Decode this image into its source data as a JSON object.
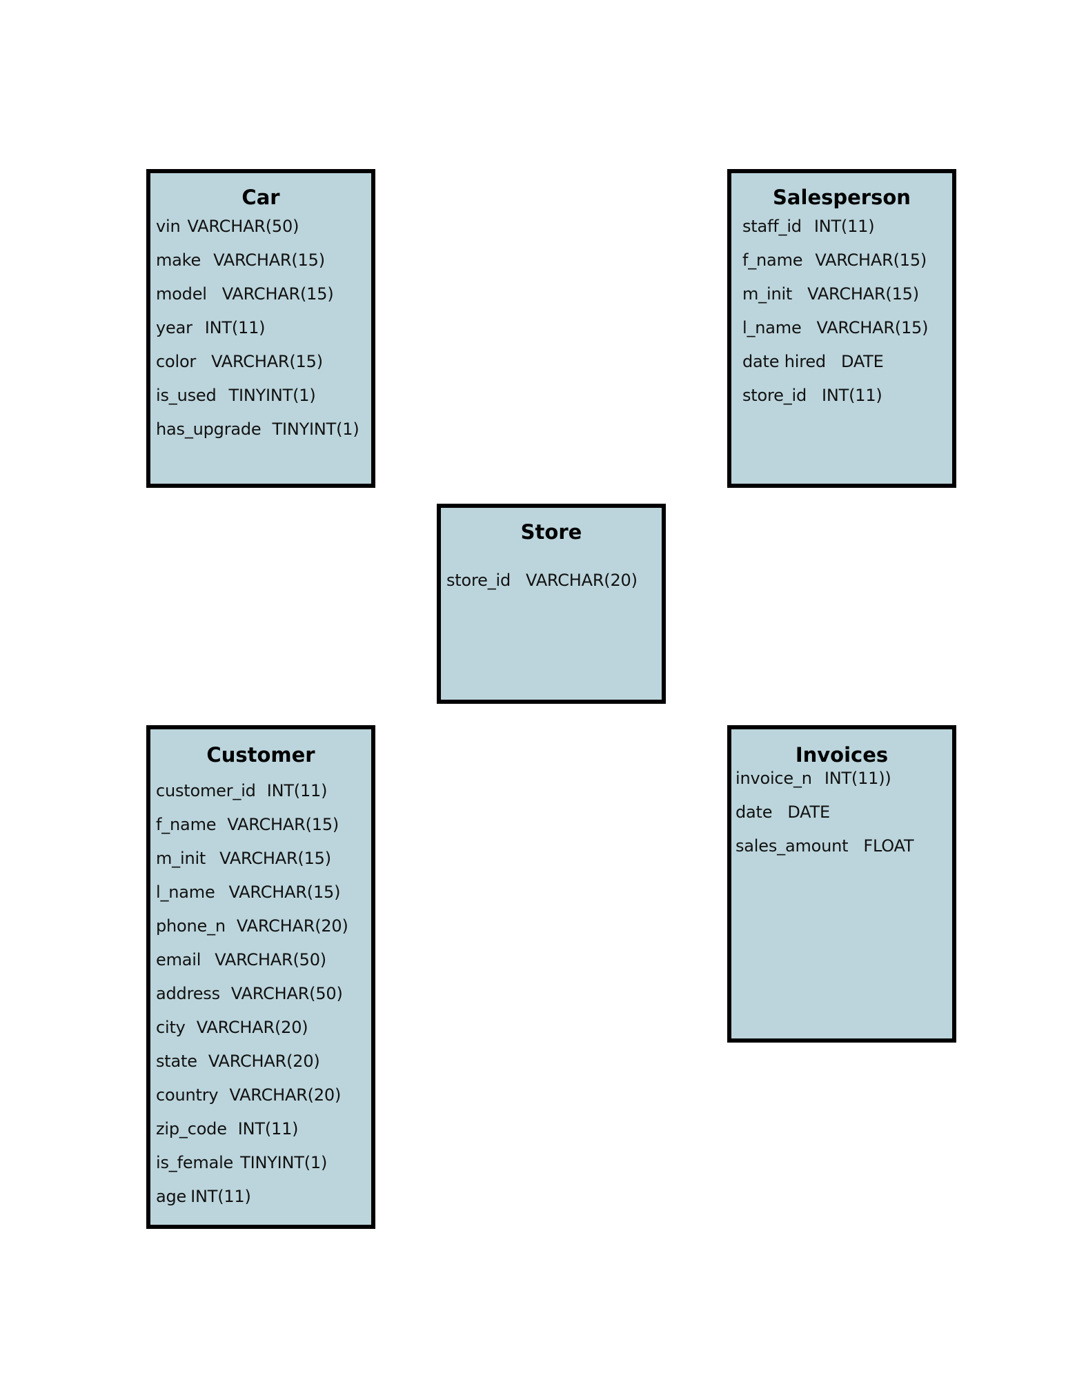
{
  "diagram": {
    "entities": [
      {
        "id": "car",
        "title": "Car",
        "attributes": [
          {
            "name": "vin",
            "type": "VARCHAR(50)"
          },
          {
            "name": "make",
            "type": "VARCHAR(15)"
          },
          {
            "name": "model",
            "type": "VARCHAR(15)"
          },
          {
            "name": "year",
            "type": "INT(11)"
          },
          {
            "name": "color",
            "type": "VARCHAR(15)"
          },
          {
            "name": "is_used",
            "type": "TINYINT(1)"
          },
          {
            "name": "has_upgrade",
            "type": "TINYINT(1)"
          }
        ]
      },
      {
        "id": "salesperson",
        "title": "Salesperson",
        "attributes": [
          {
            "name": "staff_id",
            "type": "INT(11)"
          },
          {
            "name": "f_name",
            "type": "VARCHAR(15)"
          },
          {
            "name": "m_init",
            "type": "VARCHAR(15)"
          },
          {
            "name": "l_name",
            "type": "VARCHAR(15)"
          },
          {
            "name": "date hired",
            "type": "DATE"
          },
          {
            "name": "store_id",
            "type": "INT(11)"
          }
        ]
      },
      {
        "id": "store",
        "title": "Store",
        "attributes": [
          {
            "name": "store_id",
            "type": "VARCHAR(20)"
          }
        ]
      },
      {
        "id": "customer",
        "title": "Customer",
        "attributes": [
          {
            "name": "customer_id",
            "type": "INT(11)"
          },
          {
            "name": "f_name",
            "type": "VARCHAR(15)"
          },
          {
            "name": "m_init",
            "type": "VARCHAR(15)"
          },
          {
            "name": "l_name",
            "type": "VARCHAR(15)"
          },
          {
            "name": "phone_n",
            "type": "VARCHAR(20)"
          },
          {
            "name": "email",
            "type": "VARCHAR(50)"
          },
          {
            "name": "address",
            "type": "VARCHAR(50)"
          },
          {
            "name": "city",
            "type": "VARCHAR(20)"
          },
          {
            "name": "state",
            "type": "VARCHAR(20)"
          },
          {
            "name": "country",
            "type": "VARCHAR(20)"
          },
          {
            "name": "zip_code",
            "type": "INT(11)"
          },
          {
            "name": "is_female",
            "type": "TINYINT(1)"
          },
          {
            "name": "age",
            "type": "INT(11)"
          }
        ]
      },
      {
        "id": "invoices",
        "title": "Invoices",
        "attributes": [
          {
            "name": "invoice_n",
            "type": "INT(11))"
          },
          {
            "name": "date",
            "type": "DATE"
          },
          {
            "name": "sales_amount",
            "type": "FLOAT"
          }
        ]
      }
    ]
  },
  "colors": {
    "box_fill": "#bcd5dc",
    "box_border": "#000000",
    "text": "#111111",
    "background": "#ffffff"
  }
}
